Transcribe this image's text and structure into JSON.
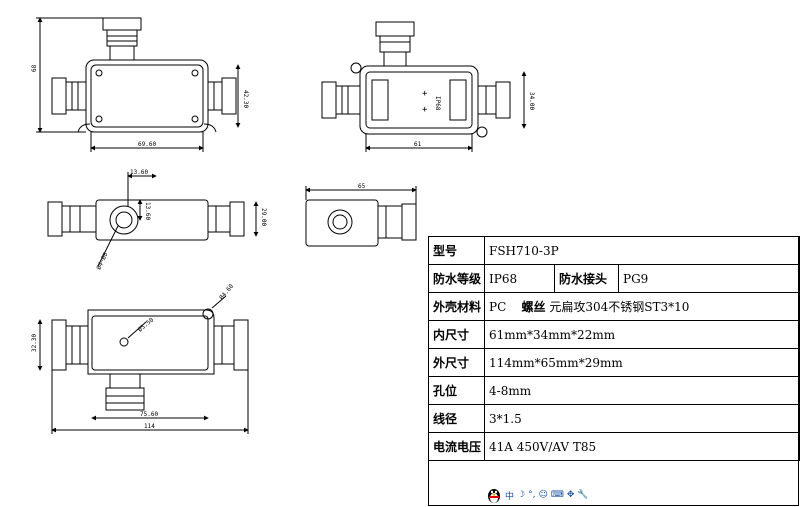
{
  "dimensions": {
    "front_width": "69.60",
    "front_height": "42.30",
    "front_total_height": "68",
    "top_inner_width": "61",
    "top_inner_height": "34.00",
    "side_hole_offset": "13.60",
    "side_hole_dia": "Ø4~Ø8",
    "side_height": "13.60",
    "side_total": "29.00",
    "end_width": "65",
    "bottom_width": "75.60",
    "bottom_total_width": "114",
    "bottom_height": "32.30",
    "bottom_hole": "Ø5.50",
    "corner_hole": "Ø4.60",
    "marks": [
      "+",
      "+"
    ],
    "marks_label": "IP68"
  },
  "spec": {
    "row1": {
      "label": "型号",
      "value": "FSH710-3P"
    },
    "row2": {
      "label": "防水等级",
      "value": "IP68",
      "label2": "防水接头",
      "value2": "PG9"
    },
    "row3": {
      "label": "外壳材料",
      "value": "PC",
      "sub_label": "螺丝",
      "value2": "元扁攻304不锈钢ST3*10"
    },
    "row4": {
      "label": "内尺寸",
      "value": "61mm*34mm*22mm"
    },
    "row5": {
      "label": "外尺寸",
      "value": "114mm*65mm*29mm"
    },
    "row6": {
      "label": "孔位",
      "value": "4-8mm"
    },
    "row7": {
      "label": "线径",
      "value": "3*1.5"
    },
    "row8": {
      "label": "电流电压",
      "value": "41A 450V/AV T85"
    }
  },
  "toolbar": {
    "items": [
      "中",
      "☽",
      "°,",
      "☺",
      "⌨",
      "✥",
      "🔧"
    ]
  }
}
